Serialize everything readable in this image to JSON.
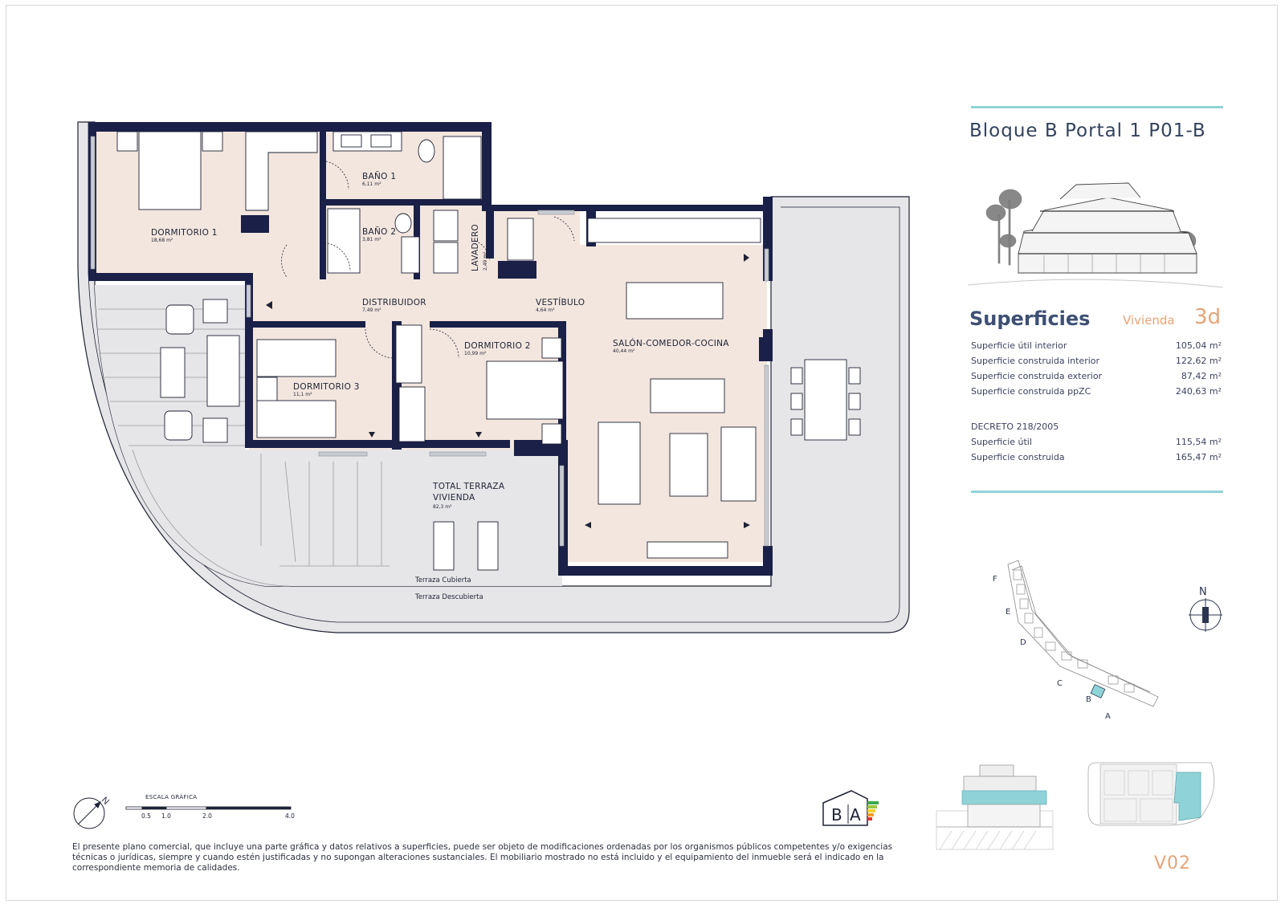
{
  "header": {
    "title": "Bloque B Portal 1 P01-B"
  },
  "rooms": {
    "dormitorio1": {
      "label": "DORMITORIO 1",
      "area": "18,68 m²"
    },
    "bano1": {
      "label": "BAÑO 1",
      "area": "6,11 m²"
    },
    "bano2": {
      "label": "BAÑO 2",
      "area": "3,81 m²"
    },
    "lavadero": {
      "label": "LAVADERO",
      "area": "2,49 m²"
    },
    "distribuidor": {
      "label": "DISTRIBUIDOR",
      "area": "7,49 m²"
    },
    "vestibulo": {
      "label": "VESTÍBULO",
      "area": "4,64 m²"
    },
    "dormitorio2": {
      "label": "DORMITORIO 2",
      "area": "10,99 m²"
    },
    "dormitorio3": {
      "label": "DORMITORIO 3",
      "area": "11,1 m²"
    },
    "salon": {
      "label": "SALÓN-COMEDOR-COCINA",
      "area": "40,44 m²"
    },
    "terraza_total": {
      "label_line1": "TOTAL  TERRAZA",
      "label_line2": "VIVIENDA",
      "area": "82,3 m²"
    },
    "terraza_cubierta": "Terraza Cubierta",
    "terraza_descubierta": "Terraza Descubierta"
  },
  "superficies": {
    "title": "Superficies",
    "vivienda_label": "Vivienda",
    "vivienda_value": "3d",
    "rows": [
      {
        "label": "Superficie útil interior",
        "value": "105,04 m²"
      },
      {
        "label": "Superficie construida interior",
        "value": "122,62 m²"
      },
      {
        "label": "Superficie construida exterior",
        "value": "87,42 m²"
      },
      {
        "label": "Superficie construida ppZC",
        "value": "240,63 m²"
      }
    ],
    "decreto_title": "DECRETO 218/2005",
    "decreto_rows": [
      {
        "label": "Superficie útil",
        "value": "115,54 m²"
      },
      {
        "label": "Superficie construida",
        "value": "165,47 m²"
      }
    ]
  },
  "site_plan": {
    "north": "N",
    "blocks": [
      "F",
      "E",
      "D",
      "C",
      "B",
      "A"
    ]
  },
  "scale": {
    "title": "ESCALA GRÁFICA",
    "ticks": [
      "0.5",
      "1.0",
      "2.0",
      "4.0"
    ]
  },
  "energy_label": {
    "left": "B",
    "right": "A"
  },
  "version": "V02",
  "disclaimer": "El presente plano comercial, que incluye una parte gráfica y datos relativos a superficies, puede ser objeto de modificaciones ordenadas por los organismos públicos competentes y/o exigencias técnicas o jurídicas, siempre y cuando estén justificadas y no supongan alteraciones sustanciales. El mobiliario mostrado no está incluido y el equipamiento del inmueble será el indicado en la correspondiente memoria de calidades.",
  "colors": {
    "wall": "#1a2047",
    "floor": "#f3e6de",
    "terrace": "#e6e6e8",
    "accent": "#8fd3d9",
    "orange": "#e8a376"
  }
}
